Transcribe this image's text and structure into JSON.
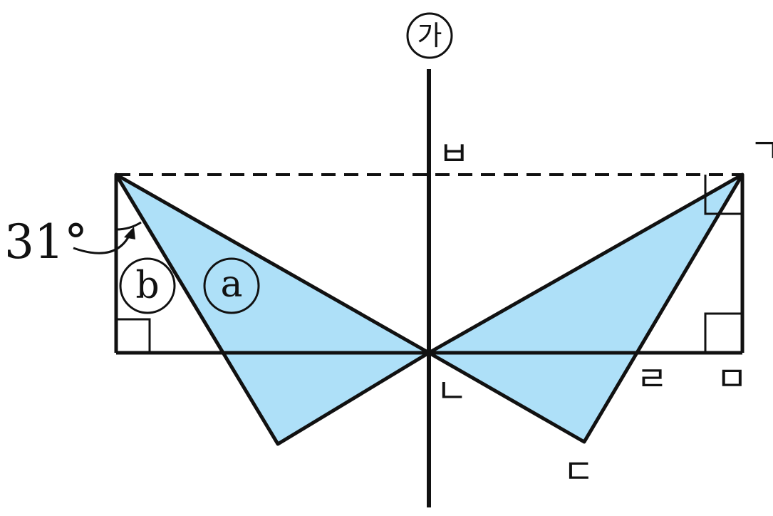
{
  "figure": {
    "axis_label": "가",
    "angle_label": "31°",
    "region_a_label": "a",
    "region_b_label": "b",
    "vertex_labels": {
      "giyeok": "ㄱ",
      "nieun": "ㄴ",
      "digeut": "ㄷ",
      "rieul": "ㄹ",
      "mieum": "ㅁ",
      "bieup": "ㅂ"
    },
    "colors": {
      "fill": "#aee0f8",
      "stroke": "#111111"
    }
  }
}
